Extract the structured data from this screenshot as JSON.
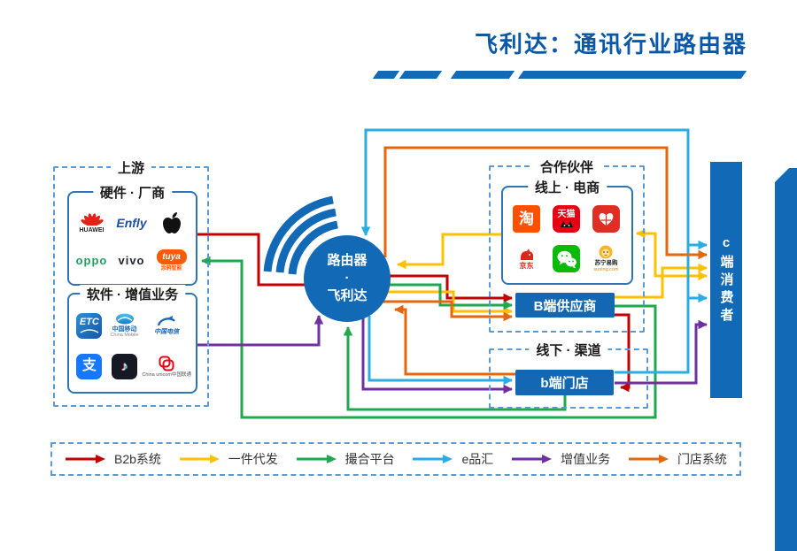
{
  "title": "飞利达：通讯行业路由器",
  "colors": {
    "primary_blue": "#1269B5",
    "title_blue": "#0A58A8",
    "dashed_border": "#5B9BD5",
    "solid_border": "#2E75B6",
    "b2b_red": "#C00000",
    "dropship_yellow": "#FFC000",
    "matching_green": "#1FA84D",
    "epinhui_cyan": "#2BACE2",
    "vas_purple": "#7030A0",
    "store_orange": "#E3670C"
  },
  "center": {
    "line1": "路由器",
    "dot": "·",
    "line2": "飞利达"
  },
  "upstream": {
    "label": "上游",
    "hardware": {
      "label": "硬件 · 厂商",
      "logos": [
        {
          "name": "huawei",
          "caption": "HUAWEI"
        },
        {
          "name": "enfly",
          "text": "Enfly"
        },
        {
          "name": "apple"
        },
        {
          "name": "oppo",
          "text": "oppo"
        },
        {
          "name": "vivo",
          "text": "vivo"
        },
        {
          "name": "tuya",
          "text": "tuya",
          "caption": "涂鸦智能"
        }
      ]
    },
    "software": {
      "label": "软件 · 增值业务",
      "logos": [
        {
          "name": "etc",
          "text": "ETC"
        },
        {
          "name": "china-mobile",
          "caption": "中国移动",
          "sub": "China Mobile"
        },
        {
          "name": "china-telecom",
          "caption": "中国电信"
        },
        {
          "name": "alipay",
          "text": "支"
        },
        {
          "name": "douyin",
          "text": "♪"
        },
        {
          "name": "china-unicom",
          "caption": "China unicom中国联通"
        }
      ]
    }
  },
  "partners": {
    "label": "合作伙伴",
    "ecommerce": {
      "label": "线上 · 电商",
      "logos": [
        {
          "name": "taobao",
          "text": "淘"
        },
        {
          "name": "tmall",
          "text": "天猫"
        },
        {
          "name": "pinduoduo"
        },
        {
          "name": "jd",
          "caption": "京东"
        },
        {
          "name": "wechat"
        },
        {
          "name": "suning",
          "caption": "苏宁易购",
          "sub": "suning.com"
        }
      ]
    },
    "b_supplier_label": "B端供应商",
    "offline": {
      "label": "线下 · 渠道",
      "b_store_label": "b端门店"
    }
  },
  "consumer": {
    "label": "c端消费者"
  },
  "legend": {
    "items": [
      {
        "label": "B2b系统",
        "color": "#C00000"
      },
      {
        "label": "一件代发",
        "color": "#FFC000"
      },
      {
        "label": "撮合平台",
        "color": "#1FA84D"
      },
      {
        "label": "e品汇",
        "color": "#2BACE2"
      },
      {
        "label": "增值业务",
        "color": "#7030A0"
      },
      {
        "label": "门店系统",
        "color": "#E3670C"
      }
    ]
  }
}
